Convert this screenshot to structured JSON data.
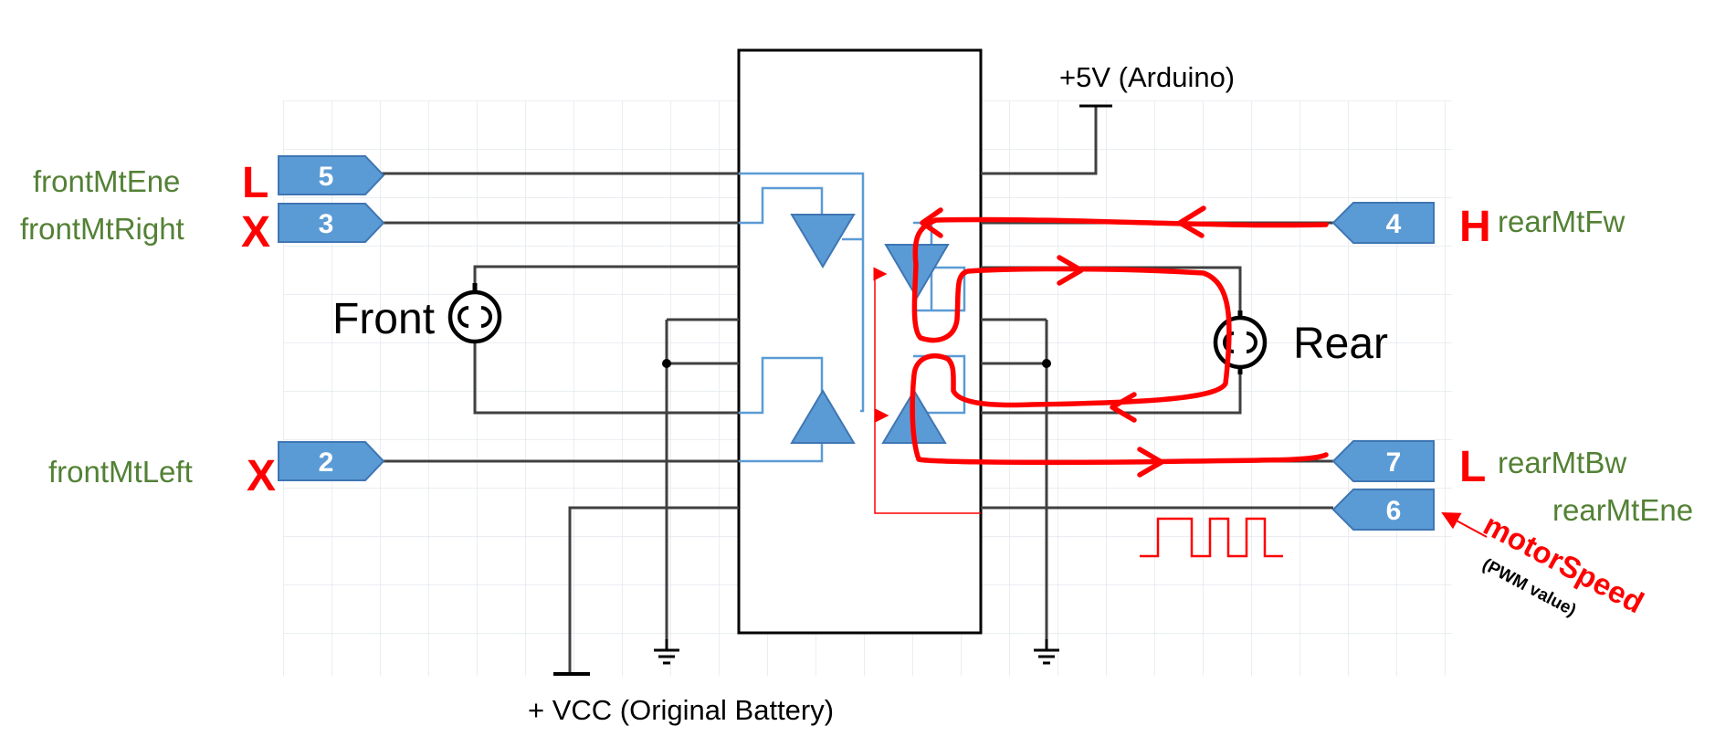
{
  "supplies": {
    "arduino": "+5V (Arduino)",
    "battery": "+ VCC (Original Battery)"
  },
  "motors": {
    "front": "Front",
    "rear": "Rear"
  },
  "pins": [
    {
      "number": "5",
      "signal": "frontMtEne",
      "state": "L"
    },
    {
      "number": "3",
      "signal": "frontMtRight",
      "state": "X"
    },
    {
      "number": "2",
      "signal": "frontMtLeft",
      "state": "X"
    },
    {
      "number": "4",
      "signal": "rearMtFw",
      "state": "H"
    },
    {
      "number": "7",
      "signal": "rearMtBw",
      "state": "L"
    },
    {
      "number": "6",
      "signal": "rearMtEne",
      "state": ""
    }
  ],
  "annotation": {
    "title": "motorSpeed",
    "subtitle": "(PWM value)"
  },
  "colors": {
    "pin_fill": "#5b9bd5",
    "signal_text": "#538135",
    "state_text": "#ff0000",
    "current_path": "#ff0000"
  },
  "icons": {
    "motor": "dc-motor-symbol",
    "ground": "ground-symbol",
    "driver_switch": "triangle-driver"
  }
}
